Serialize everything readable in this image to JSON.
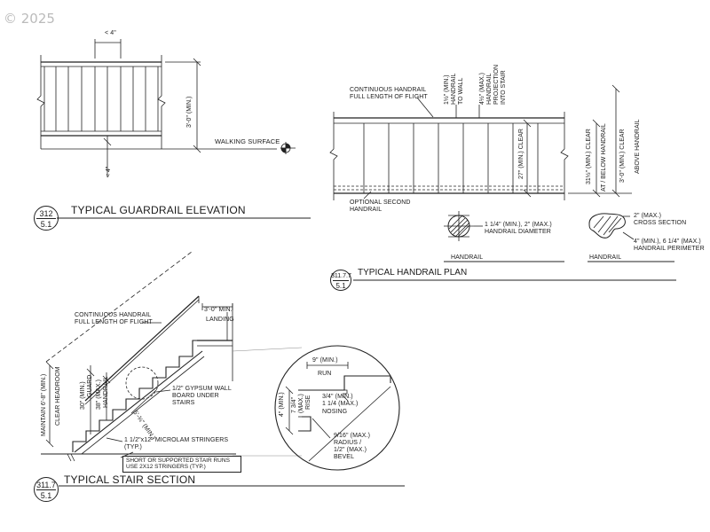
{
  "copyright": "© 2025",
  "guardrail": {
    "title": "TYPICAL GUARDRAIL ELEVATION",
    "ref_top": "312",
    "ref_bottom": "5.1",
    "dim_top": "< 4\"",
    "dim_bottom": "< 4\"",
    "height_dim": "3'-0\" (MIN.)",
    "walking_surface": "WALKING SURFACE"
  },
  "handrail_plan": {
    "title": "TYPICAL HANDRAIL PLAN",
    "ref_top": "311.7.7",
    "ref_bottom": "5.1",
    "continuous_line1": "CONTINUOUS HANDRAIL",
    "continuous_line2": "FULL LENGTH OF FLIGHT",
    "wall_line1": "1½\" (MIN.)",
    "wall_line2": "HANDRAIL",
    "wall_line3": "TO WALL",
    "proj_line1": "4½\" (MAX.)",
    "proj_line2": "HANDRAIL",
    "proj_line3": "PROJECTION",
    "proj_line4": "INTO STAIR",
    "clear_27": "27\" (MIN.) CLEAR",
    "clear_31_line1": "31½\" (MIN.) CLEAR",
    "clear_31_line2": "AT / BELOW HANDRAIL",
    "clear_30_line1": "3'-0\" (MIN.) CLEAR",
    "clear_30_line2": "ABOVE HANDRAIL",
    "optional_line1": "OPTIONAL SECOND",
    "optional_line2": "HANDRAIL",
    "round_line1": "1 1/4\" (MIN.), 2\" (MAX.)",
    "round_line2": "HANDRAIL DIAMETER",
    "round_caption": "HANDRAIL",
    "profile_line1": "2\" (MAX.)",
    "profile_line2": "CROSS SECTION",
    "profile_line3": "4\" (MIN.), 6 1/4\" (MAX.)",
    "profile_line4": "HANDRAIL PERIMETER",
    "profile_caption": "HANDRAIL"
  },
  "stair_section": {
    "title": "TYPICAL STAIR SECTION",
    "ref_top": "311.7",
    "ref_bottom": "5.1",
    "continuous_line1": "CONTINUOUS HANDRAIL",
    "continuous_line2": "FULL LENGTH OF FLIGHT",
    "landing_dim": "3'-0\" MIN.",
    "landing_label": "LANDING",
    "headroom_line1": "MAINTAIN 6'-8\" (MIN.)",
    "headroom_line2": "CLEAR HEADROOM",
    "rail_30_line1": "30\" (MIN.)",
    "rail_30_line2": "GUARD",
    "rail_38_line1": "38\" (MAX.)",
    "rail_38_line2": "HANDRAIL",
    "gypsum_line1": "1/2\" GYPSUM WALL",
    "gypsum_line2": "BOARD UNDER",
    "gypsum_line3": "STAIRS",
    "slope_dim": "5'-¾\" (MIN.)",
    "stringer_line1": "1 1/2\"x12\" MICROLAM STRINGERS",
    "stringer_line2": "(TYP.)",
    "note_line1": "SHORT OR SUPPORTED STAIR RUNS",
    "note_line2": "USE 2X12 STRINGERS (TYP.)"
  },
  "tread_detail": {
    "run_dim": "9\" (MIN.)",
    "run_label": "RUN",
    "riser_min": "4\" (MIN.)",
    "riser_max_line1": "7 3/4\"",
    "riser_max_line2": "(MAX.)",
    "riser_label": "RISE",
    "nosing_line1": "3/4\" (MIN.)",
    "nosing_line2": "1 1/4 (MAX.)",
    "nosing_line3": "NOSING",
    "radius_line1": "9/16\" (MAX.)",
    "radius_line2": "RADIUS /",
    "radius_line3": "1/2\" (MAX.)",
    "radius_line4": "BEVEL"
  }
}
